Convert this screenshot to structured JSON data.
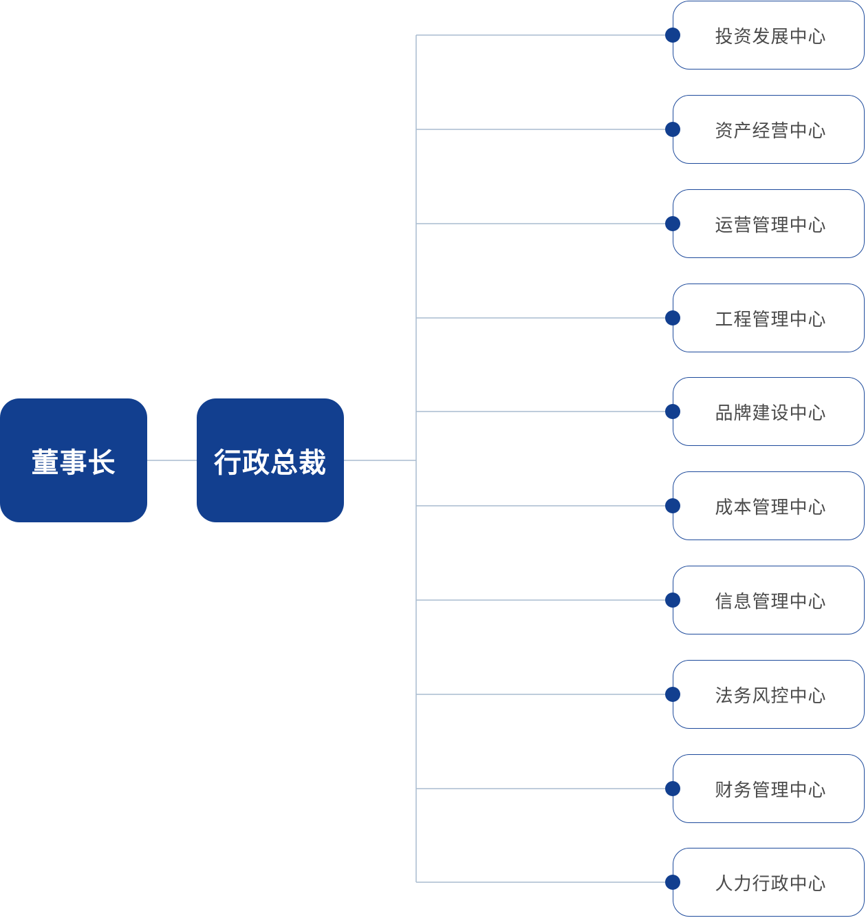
{
  "colors": {
    "primary": "#123f8f",
    "line": "#a9bccf",
    "dept_text": "#4a4a4a"
  },
  "root": {
    "label": "董事长"
  },
  "executive": {
    "label": "行政总裁"
  },
  "departments": [
    {
      "label": "投资发展中心"
    },
    {
      "label": "资产经营中心"
    },
    {
      "label": "运营管理中心"
    },
    {
      "label": "工程管理中心"
    },
    {
      "label": "品牌建设中心"
    },
    {
      "label": "成本管理中心"
    },
    {
      "label": "信息管理中心"
    },
    {
      "label": "法务风控中心"
    },
    {
      "label": "财务管理中心"
    },
    {
      "label": "人力行政中心"
    }
  ]
}
